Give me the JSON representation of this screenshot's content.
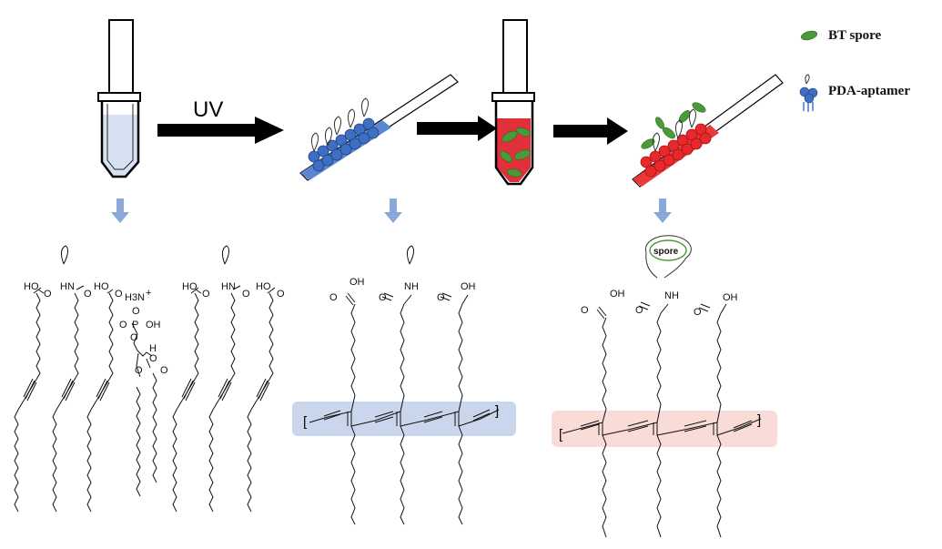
{
  "step_label": "UV",
  "legend": {
    "items": [
      {
        "label": "BT spore",
        "icon": "green-spore-icon"
      },
      {
        "label": "PDA-aptamer",
        "icon": "blue-pda-aptamer-icon"
      }
    ]
  },
  "structure_labels": {
    "acid": "HO",
    "acid_right": "OH",
    "amide": "HN",
    "amide_right": "NH",
    "carbonyl": "O",
    "ammonium": "H3N",
    "ammonium_charge": "+",
    "phosphate_p": "P",
    "phosphate_o": "O",
    "phosphate_oh": "OH",
    "hydrogen": "H",
    "spore": "spore"
  },
  "colors": {
    "blue_band": "#c9d6ec",
    "pink_band": "#f9dcd8",
    "arrow": "#000000",
    "down_arrow": "#8aa8d8",
    "spore_green": "#4a9a3a",
    "pda_blue": "#3f6fc2",
    "pda_red": "#e8282a",
    "tube_liquid_clear": "#d6e2f2",
    "tube_liquid_red": "#e0303a"
  }
}
